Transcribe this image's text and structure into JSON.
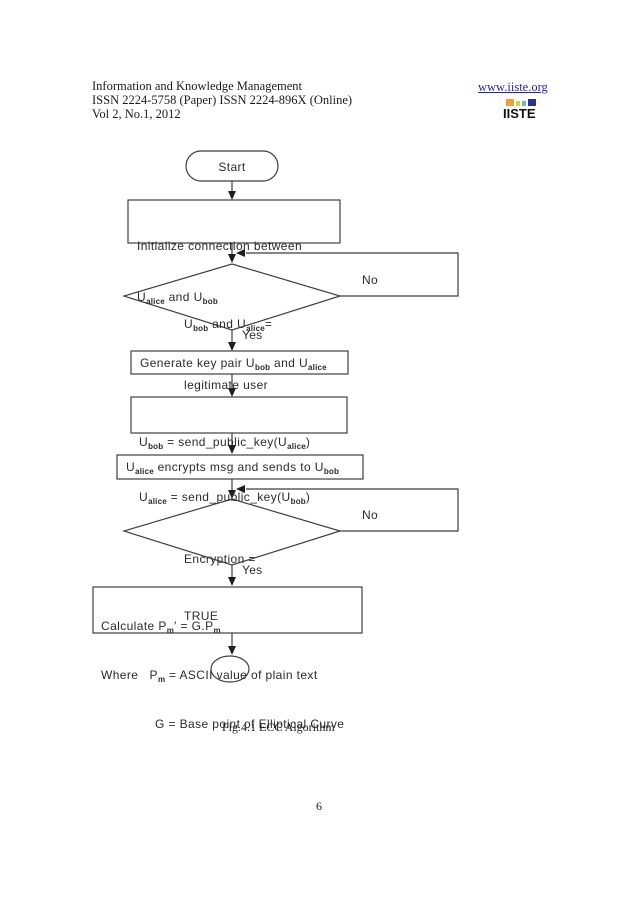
{
  "header": {
    "journal": "Information and Knowledge Management",
    "issn": "ISSN 2224-5758 (Paper) ISSN 2224-896X (Online)",
    "volume": "Vol 2, No.1, 2012",
    "website": "www.iiste.org",
    "logo_text": "IISTE",
    "link_color": "#2424bd",
    "logo_colors": [
      "#f0a03a",
      "#cdd62f",
      "#74b3e0",
      "#27348b"
    ]
  },
  "figure": {
    "caption": "Fig.4.1 ECC Algorithm",
    "line_color": "#3f3f3f",
    "labels": {
      "start": "Start",
      "yes1": "Yes",
      "no1": "No",
      "yes2": "Yes",
      "no2": "No"
    },
    "nodes": {
      "init": {
        "l1": "Initialize connection between",
        "l2a": "U",
        "l2s1": "alice",
        "l2b": " and U",
        "l2s2": "bob"
      },
      "check_user": {
        "l1a": "U",
        "l1s1": "bob",
        "l1b": " and U",
        "l1s2": "alice",
        "l1c": "=",
        "l2": "legitimate user"
      },
      "gen_key": {
        "l1a": "Generate key pair U",
        "l1s1": "bob",
        "l1b": " and U",
        "l1s2": "alice"
      },
      "send_key": {
        "l1a": "U",
        "l1s1": "bob",
        "l1b": " = send_public_key(U",
        "l1s2": "alice",
        "l1c": ")",
        "l2a": "U",
        "l2s1": "alice",
        "l2b": " = send_public_key(U",
        "l2s2": "bob",
        "l2c": ")"
      },
      "encrypt": {
        "l1a": "U",
        "l1s1": "alice",
        "l1b": " encrypts msg and sends to U",
        "l1s2": "bob"
      },
      "check_encryption": {
        "l1": "Encryption =",
        "l2": "TRUE"
      },
      "calculate": {
        "l1a": "Calculate P",
        "l1s1": "m",
        "l1b": "′ = G.P",
        "l1s2": "m",
        "l2a": "Where   P",
        "l2s1": "m",
        "l2b": " = ASCII value of plain text",
        "l3": "G = Base point of Elliptical Curve"
      }
    }
  },
  "page": {
    "number": "6"
  }
}
